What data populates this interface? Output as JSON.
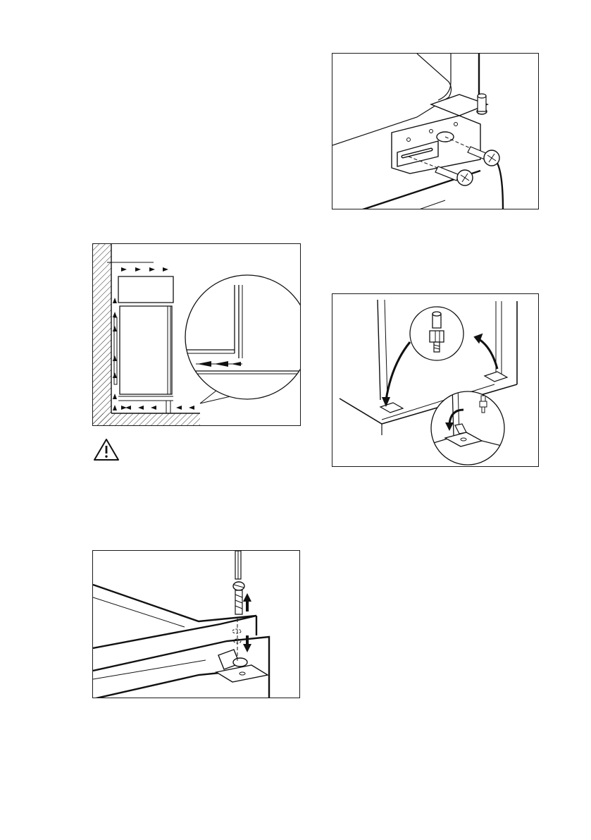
{
  "figures": [
    {
      "id": "clearance",
      "icon": "ventilation-clearance-diagram"
    },
    {
      "id": "screw",
      "icon": "screwdriver-screw-diagram"
    },
    {
      "id": "hinge",
      "icon": "hinge-screws-diagram"
    },
    {
      "id": "bracket",
      "icon": "bracket-relocation-diagram"
    }
  ],
  "warning": {
    "icon": "warning-triangle-icon"
  }
}
